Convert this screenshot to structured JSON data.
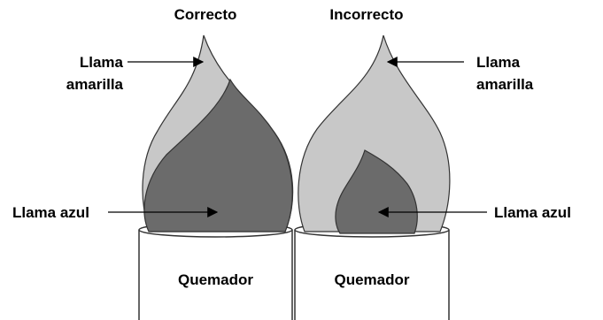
{
  "labels": {
    "correct_heading": "Correcto",
    "incorrect_heading": "Incorrecto",
    "left_yellow_flame_line1": "Llama",
    "left_yellow_flame_line2": "amarilla",
    "right_yellow_flame_line1": "Llama",
    "right_yellow_flame_line2": "amarilla",
    "left_blue_flame": "Llama azul",
    "right_blue_flame": "Llama azul",
    "left_burner": "Quemador",
    "right_burner": "Quemador"
  },
  "colors": {
    "yellow_flame": "#c8c8c8",
    "blue_flame": "#6b6b6b",
    "outline": "#333333",
    "burner_fill": "#ffffff"
  }
}
